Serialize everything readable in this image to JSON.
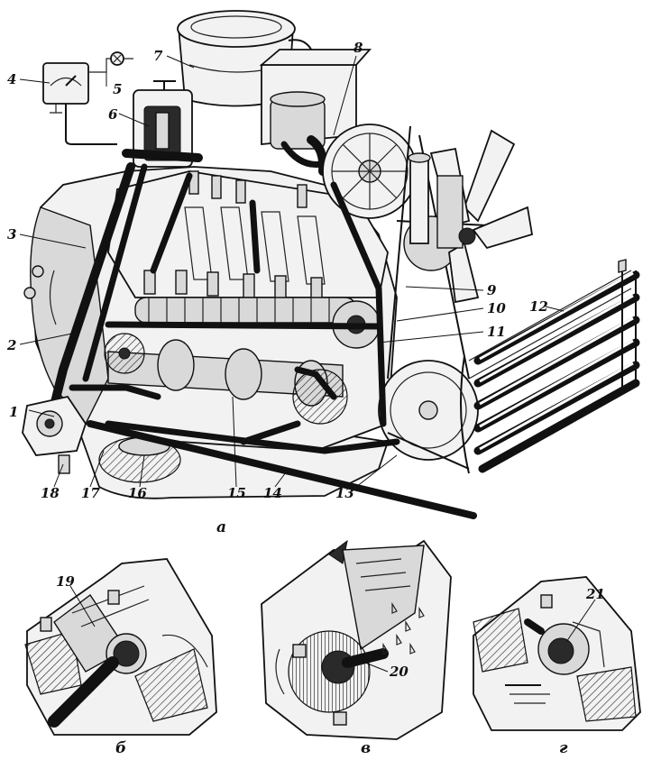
{
  "figure": {
    "callouts": [
      "1",
      "2",
      "3",
      "4",
      "5",
      "6",
      "7",
      "8",
      "9",
      "10",
      "11",
      "12",
      "13",
      "14",
      "15",
      "16",
      "17",
      "18",
      "19",
      "20",
      "21"
    ],
    "captions": {
      "main": "а",
      "detail_1": "б",
      "detail_2": "в",
      "detail_3": "г"
    }
  }
}
